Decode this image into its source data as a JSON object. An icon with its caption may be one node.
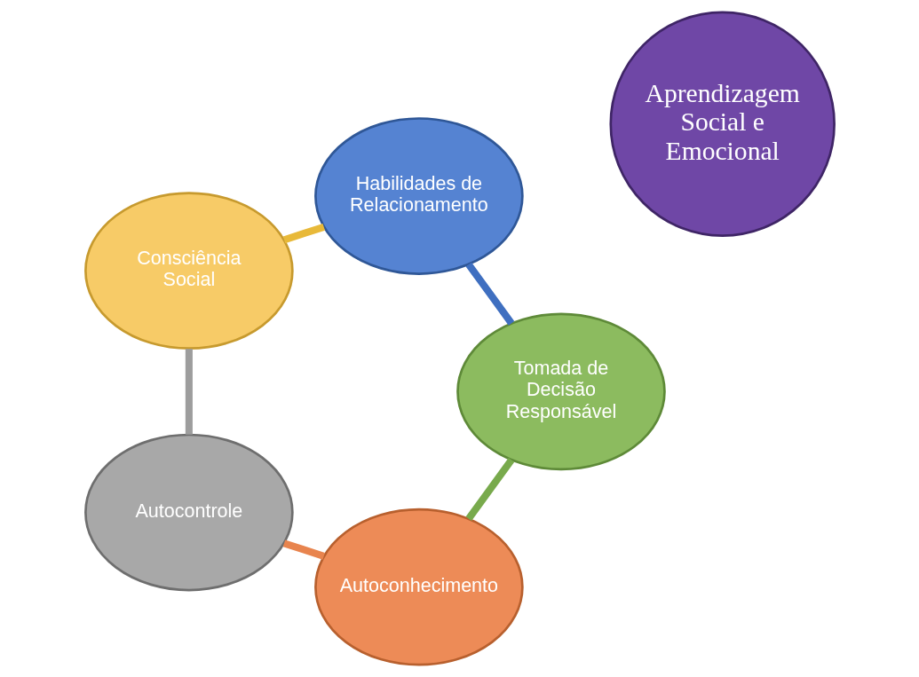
{
  "diagram": {
    "nodes": [
      {
        "text": [
          "Aprendizagem Social e Emocional"
        ]
      },
      {
        "text": [
          "Autoconhecimento"
        ]
      },
      {
        "text": [
          "Autocontrole"
        ]
      },
      {
        "text": [
          "Consciência Social"
        ]
      },
      {
        "text": [
          "Habilidades de Relacionamento"
        ]
      },
      {
        "text": [
          "Tomada de Decisão Responsável"
        ]
      }
    ],
    "edges": [
      {
        "from": 1,
        "to": 2,
        "arrow": "none",
        "color": "#e8844e"
      },
      {
        "from": 2,
        "to": 3,
        "arrow": "none",
        "color": "#9d9d9d"
      },
      {
        "from": 3,
        "to": 4,
        "arrow": "none",
        "color": "#e8b939"
      },
      {
        "from": 4,
        "to": 5,
        "arrow": "none",
        "color": "#3f6fc0"
      },
      {
        "from": 5,
        "to": 1,
        "arrow": "none",
        "color": "#78aa4c"
      }
    ]
  }
}
